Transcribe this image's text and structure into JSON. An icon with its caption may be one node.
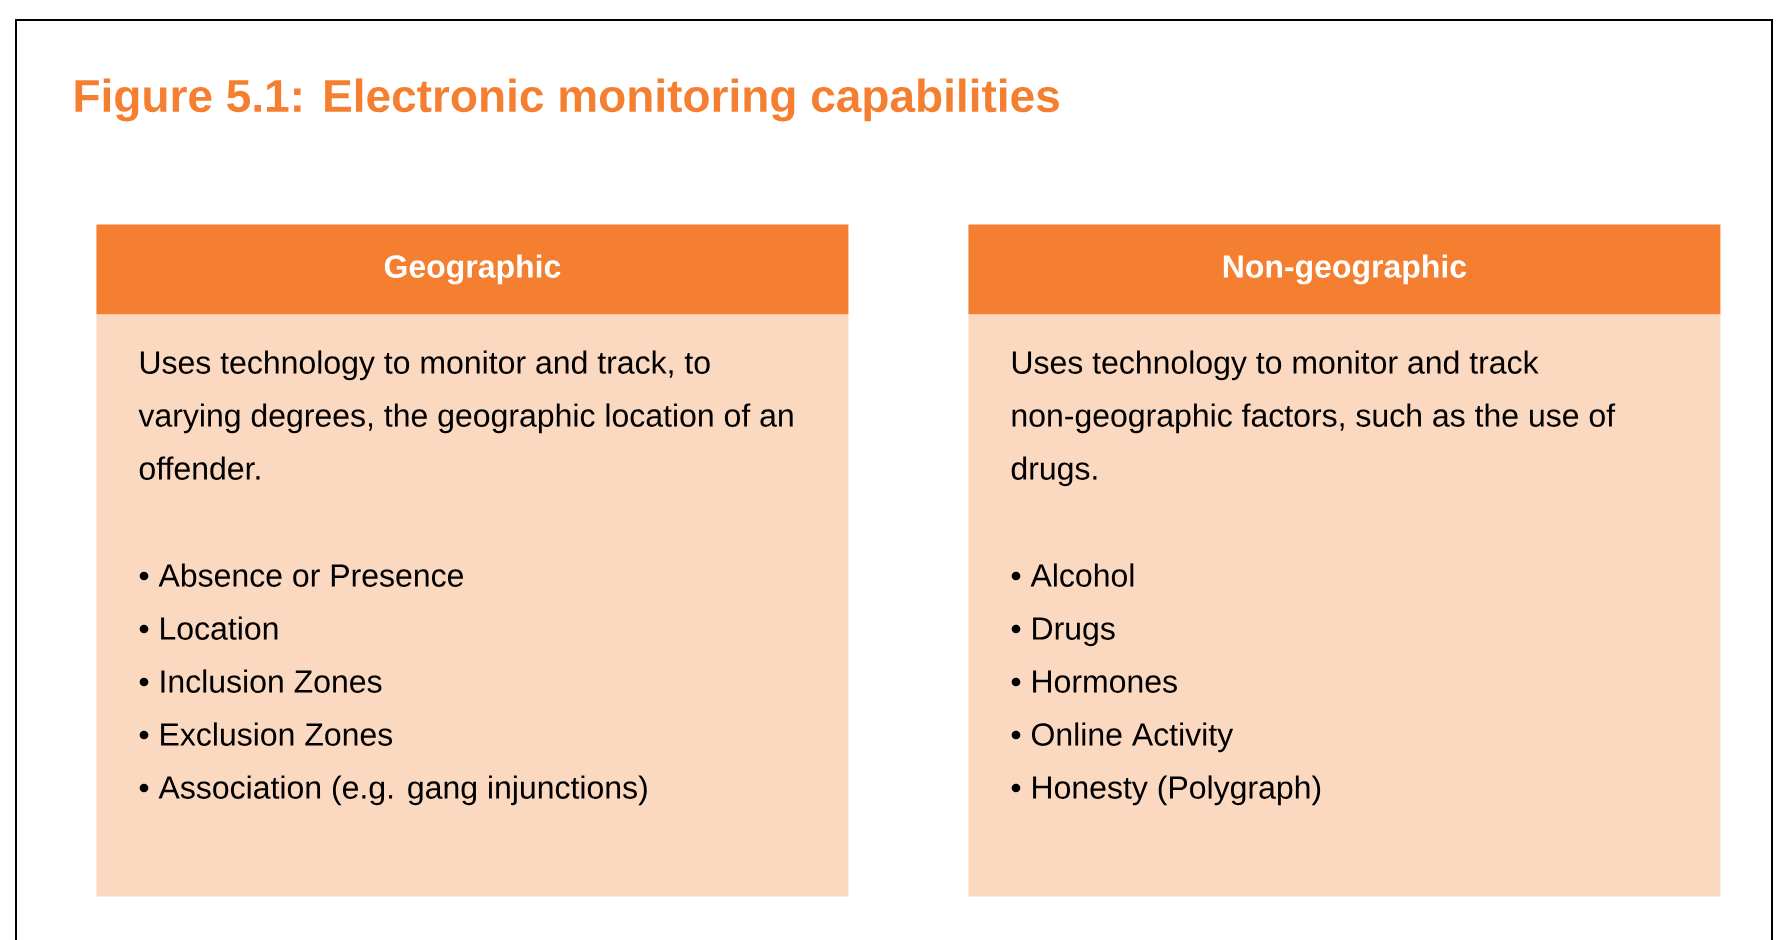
{
  "diagram": {
    "title": "Figure 5.1: Electronic monitoring capabilities",
    "nodes": [
      {
        "text": [
          "Geographic"
        ]
      },
      {
        "text": [
          "Uses technology to monitor and track, to varying degrees, the geographic location of an offender.",
          "• Absence or Presence",
          "• Location",
          "• Inclusion Zones",
          "• Exclusion Zones",
          "• Association (e.g. gang injunctions)"
        ]
      },
      {
        "text": [
          "Non-geographic"
        ]
      },
      {
        "text": [
          "Uses technology to monitor and track non-geographic factors, such as the use of drugs.",
          "• Alcohol",
          "• Drugs",
          "• Hormones",
          "• Online Activity",
          "• Honesty (Polygraph)"
        ]
      }
    ]
  }
}
